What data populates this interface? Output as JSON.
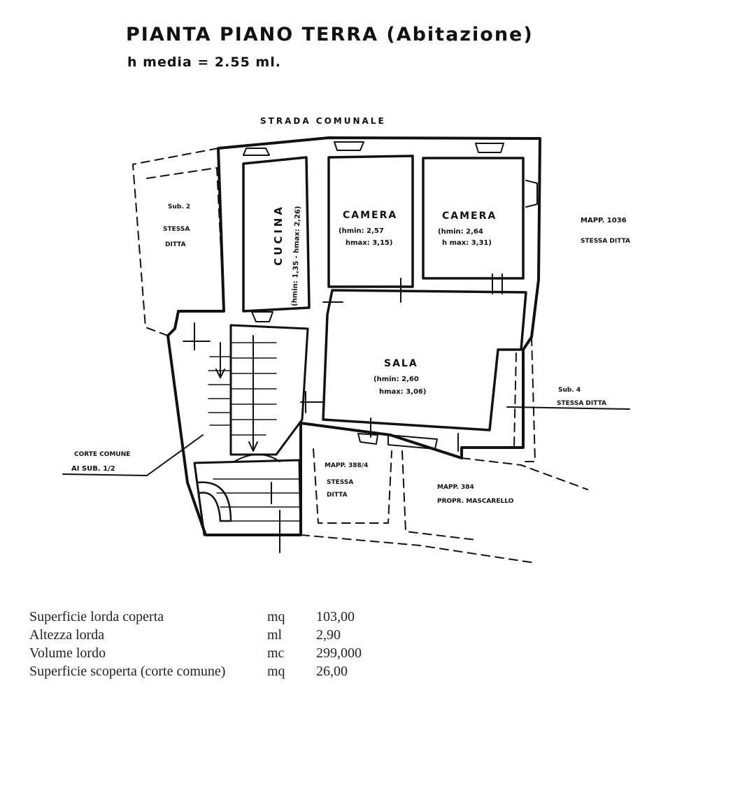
{
  "title": "PIANTA PIANO TERRA (Abitazione)",
  "subtitle": "h media = 2.55 ml.",
  "labels": {
    "street": "STRADA COMUNALE",
    "kitchen": "CUCINA",
    "kitchen_h": "(hmin: 1,35 - hmax: 2,26)",
    "room1": "CAMERA",
    "room1_hmin": "(hmin: 2,57",
    "room1_hmax": "hmax: 3,15)",
    "room2": "CAMERA",
    "room2_hmin": "(hmin: 2,64",
    "room2_hmax": "h max: 3,31)",
    "hall": "SALA",
    "hall_hmin": "(hmin: 2,60",
    "hall_hmax": "hmax: 3,06)",
    "sub2_a": "Sub. 2",
    "sub2_b": "STESSA",
    "sub2_c": "DITTA",
    "mapp1036_a": "MAPP. 1036",
    "mapp1036_b": "STESSA DITTA",
    "sub4_a": "Sub. 4",
    "sub4_b": "STESSA DITTA",
    "corte_a": "CORTE COMUNE",
    "corte_b": "AI SUB. 1/2",
    "mapp388_a": "MAPP. 388/4",
    "mapp388_b": "STESSA",
    "mapp388_c": "DITTA",
    "mapp384_a": "MAPP. 384",
    "mapp384_b": "PROPR. MASCARELLO"
  },
  "stats": [
    {
      "label": "Superficie lorda coperta",
      "unit": "mq",
      "value": "103,00"
    },
    {
      "label": "Altezza lorda",
      "unit": "ml",
      "value": "2,90"
    },
    {
      "label": "Volume lordo",
      "unit": "mc",
      "value": "299,000"
    },
    {
      "label": "Superficie scoperta (corte comune)",
      "unit": "mq",
      "value": "26,00"
    }
  ]
}
